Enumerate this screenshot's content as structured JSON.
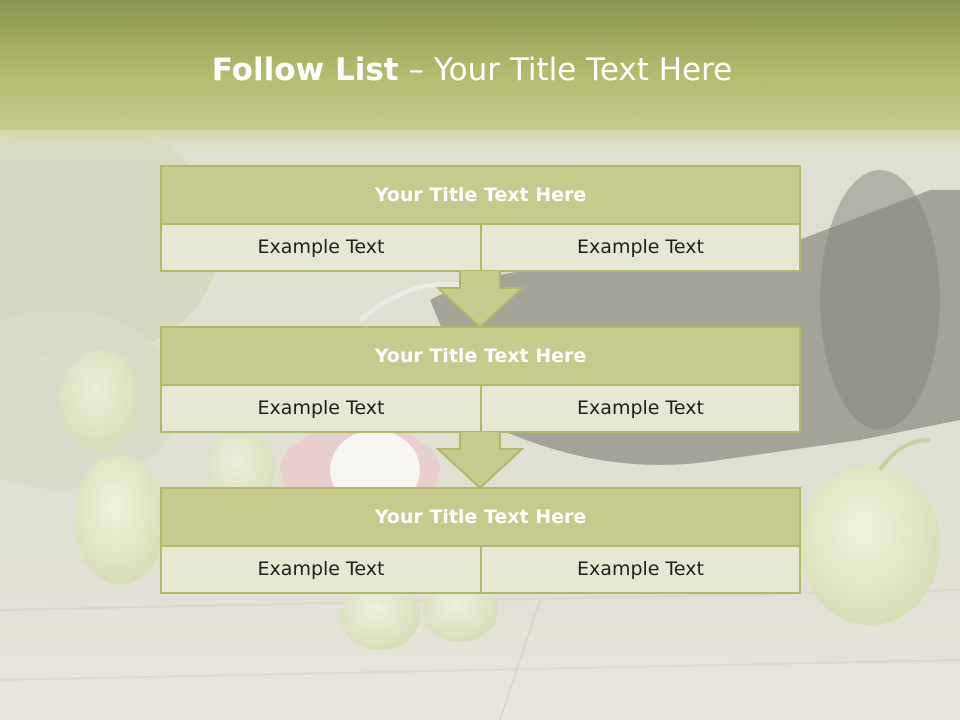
{
  "title": {
    "bold": "Follow List",
    "rest": " – Your Title Text Here"
  },
  "items": [
    {
      "header": "Your Title Text Here",
      "left": "Example Text",
      "right": "Example Text"
    },
    {
      "header": "Your Title Text Here",
      "left": "Example Text",
      "right": "Example Text"
    },
    {
      "header": "Your Title Text Here",
      "left": "Example Text",
      "right": "Example Text"
    }
  ],
  "colors": {
    "header_fill": "#c6ca8d",
    "body_fill": "#e6e8d4",
    "border": "#b1b86a",
    "title_band": "#a8b060"
  }
}
